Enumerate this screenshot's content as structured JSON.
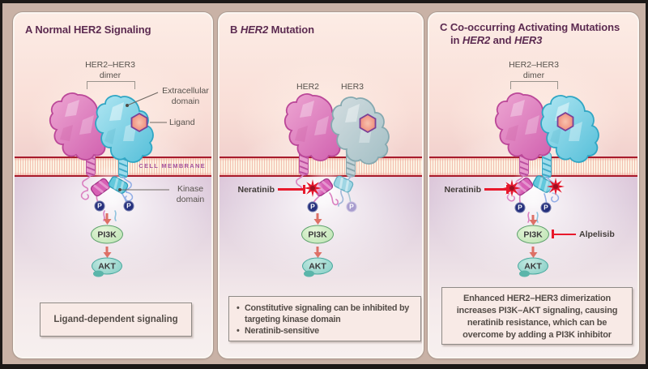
{
  "figure": {
    "kind": "medical-pathway-illustration",
    "topic": "HER2 signaling and neratinib/alpelisib inhibition"
  },
  "colors": {
    "frame_black": "#1c1917",
    "mat_tan": "#c9b2a6",
    "panel_pink_top": "#fcece5",
    "panel_lavender": "#ddcbdc",
    "membrane_red": "#a81b2c",
    "her2_pink": "#d262ae",
    "her3_cyan": "#5ec3db",
    "her3_inactive_gray": "#a5bfc4",
    "ligand_salmon": "#f09c8c",
    "phospho_navy": "#25307d",
    "phospho_faded": "#a89cce",
    "pi3k_green_fill": "#bfe6b4",
    "pi3k_green_stroke": "#5ca06b",
    "akt_teal_fill": "#85cfc6",
    "akt_teal_stroke": "#46a79c",
    "arrow_salmon": "#dd7066",
    "inhibitor_red": "#e8192c",
    "title_plum": "#5c2b51",
    "label_gray": "#57524d"
  },
  "panels": [
    {
      "id": "A",
      "title": {
        "line1": [
          {
            "t": "A Normal HER2 Signaling"
          }
        ]
      },
      "labels": {
        "dimer_top": "HER2–HER3",
        "dimer_bottom": "dimer",
        "extracellular": "Extracellular domain",
        "ligand": "Ligand",
        "kinase": "Kinase domain",
        "membrane": "CELL MEMBRANE",
        "p": "P",
        "pi3k": "PI3K",
        "akt": "AKT"
      },
      "note": {
        "text": "Ligand-dependent signaling"
      }
    },
    {
      "id": "B",
      "title": {
        "line1": [
          {
            "t": "B "
          },
          {
            "t": "HER2"
          },
          {
            "t": " Mutation"
          }
        ]
      },
      "labels": {
        "her2": "HER2",
        "her3": "HER3",
        "neratinib": "Neratinib",
        "p": "P",
        "pi3k": "PI3K",
        "akt": "AKT"
      },
      "note": {
        "bullets": [
          "Constitutive signaling can be inhibited by targeting kinase domain",
          "Neratinib-sensitive"
        ]
      }
    },
    {
      "id": "C",
      "title": {
        "line1": [
          {
            "t": "C "
          },
          {
            "t": "Co-occurring Activating Mutations"
          }
        ],
        "line2": [
          {
            "t": "in "
          },
          {
            "t": "HER2"
          },
          {
            "t": " and "
          },
          {
            "t": "HER3"
          }
        ]
      },
      "labels": {
        "dimer_top": "HER2–HER3",
        "dimer_bottom": "dimer",
        "neratinib": "Neratinib",
        "alpelisib": "Alpelisib",
        "p": "P",
        "pi3k": "PI3K",
        "akt": "AKT"
      },
      "note": {
        "lines": [
          "Enhanced HER2–HER3 dimerization",
          "increases PI3K–AKT signaling, causing",
          "neratinib resistance, which can be",
          "overcome by adding a PI3K inhibitor"
        ]
      }
    }
  ]
}
